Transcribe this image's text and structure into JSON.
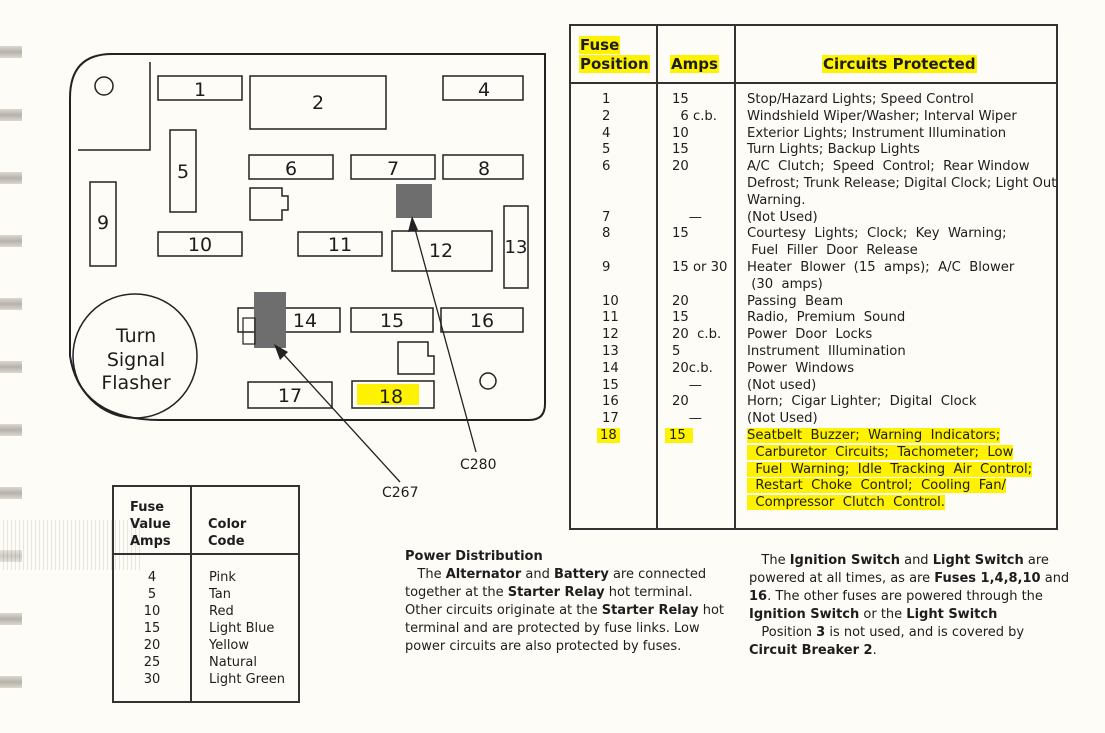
{
  "fuse_box": {
    "fuses": [
      {
        "id": "f1",
        "label": "1"
      },
      {
        "id": "f2",
        "label": "2"
      },
      {
        "id": "f4",
        "label": "4"
      },
      {
        "id": "f5",
        "label": "5"
      },
      {
        "id": "f6",
        "label": "6"
      },
      {
        "id": "f7",
        "label": "7"
      },
      {
        "id": "f8",
        "label": "8"
      },
      {
        "id": "f9",
        "label": "9"
      },
      {
        "id": "f10",
        "label": "10"
      },
      {
        "id": "f11",
        "label": "11"
      },
      {
        "id": "f12",
        "label": "12"
      },
      {
        "id": "f13",
        "label": "13"
      },
      {
        "id": "f14",
        "label": "14"
      },
      {
        "id": "f15",
        "label": "15"
      },
      {
        "id": "f16",
        "label": "16"
      },
      {
        "id": "f17",
        "label": "17"
      },
      {
        "id": "f18",
        "label": "18"
      }
    ],
    "flasher_label": [
      "Turn",
      "Signal",
      "Flasher"
    ],
    "connector_c280": "C280",
    "connector_c267": "C267",
    "highlight_color": "#fff200",
    "connector_color": "#6e6e6e"
  },
  "fuse_table": {
    "header_position": [
      "Fuse",
      "Position"
    ],
    "header_amps": "Amps",
    "header_circuits": "Circuits Protected",
    "rows": [
      {
        "pos": "1",
        "amps": "15",
        "circuits": [
          "Stop/Hazard Lights; Speed Control"
        ]
      },
      {
        "pos": "2",
        "amps": "  6 c.b.",
        "circuits": [
          "Windshield Wiper/Washer; Interval Wiper"
        ]
      },
      {
        "pos": "4",
        "amps": "10",
        "circuits": [
          "Exterior Lights; Instrument Illumination"
        ]
      },
      {
        "pos": "5",
        "amps": "15",
        "circuits": [
          "Turn Lights; Backup Lights"
        ]
      },
      {
        "pos": "6",
        "amps": "20",
        "circuits": [
          "A/C  Clutch;  Speed  Control;  Rear Window",
          "Defrost; Trunk Release; Digital Clock; Light Out",
          "Warning."
        ]
      },
      {
        "pos": "7",
        "amps": "    —",
        "circuits": [
          "(Not Used)"
        ]
      },
      {
        "pos": "8",
        "amps": "15",
        "circuits": [
          "Courtesy  Lights;  Clock;  Key  Warning;",
          " Fuel  Filler  Door  Release"
        ]
      },
      {
        "pos": "9",
        "amps": "15 or 30",
        "circuits": [
          "Heater  Blower  (15  amps);  A/C  Blower",
          " (30  amps)"
        ]
      },
      {
        "pos": "10",
        "amps": "20",
        "circuits": [
          "Passing  Beam"
        ]
      },
      {
        "pos": "11",
        "amps": "15",
        "circuits": [
          "Radio,  Premium  Sound"
        ]
      },
      {
        "pos": "12",
        "amps": "20  c.b.",
        "circuits": [
          "Power  Door  Locks"
        ]
      },
      {
        "pos": "13",
        "amps": "5",
        "circuits": [
          "Instrument  Illumination"
        ]
      },
      {
        "pos": "14",
        "amps": "20c.b.",
        "circuits": [
          "Power  Windows"
        ]
      },
      {
        "pos": "15",
        "amps": "    —",
        "circuits": [
          "(Not used)"
        ]
      },
      {
        "pos": "16",
        "amps": "20",
        "circuits": [
          "Horn;  Cigar Lighter;  Digital  Clock"
        ]
      },
      {
        "pos": "17",
        "amps": "    —",
        "circuits": [
          "(Not Used)"
        ]
      },
      {
        "pos": "18",
        "amps": "15",
        "circuits": [
          "Seatbelt  Buzzer;  Warning  Indicators;",
          "  Carburetor  Circuits;  Tachometer;  Low",
          "  Fuel  Warning;  Idle  Tracking  Air  Control;",
          "  Restart  Choke  Control;  Cooling  Fan/",
          "  Compressor  Clutch  Control."
        ],
        "highlighted": true
      }
    ]
  },
  "color_table": {
    "header_value": [
      "Fuse",
      "Value",
      "Amps"
    ],
    "header_color": [
      "Color",
      "Code"
    ],
    "rows": [
      {
        "amps": "4",
        "color": "Pink"
      },
      {
        "amps": "5",
        "color": "Tan"
      },
      {
        "amps": "10",
        "color": "Red"
      },
      {
        "amps": "15",
        "color": "Light Blue"
      },
      {
        "amps": "20",
        "color": "Yellow"
      },
      {
        "amps": "25",
        "color": "Natural"
      },
      {
        "amps": "30",
        "color": "Light Green"
      }
    ]
  },
  "power_distribution": {
    "title": "Power Distribution",
    "lines": [
      [
        "   The ",
        {
          "b": "Alternator"
        },
        " and ",
        {
          "b": "Battery"
        },
        " are connected"
      ],
      [
        "together at the ",
        {
          "b": "Starter Relay"
        },
        " hot terminal."
      ],
      [
        "Other circuits originate at the ",
        {
          "b": "Starter Relay"
        },
        " hot"
      ],
      [
        "terminal and are protected by fuse links. Low"
      ],
      [
        "power circuits are also protected by fuses."
      ]
    ]
  },
  "ignition_note": {
    "lines": [
      [
        "   The ",
        {
          "b": "Ignition Switch"
        },
        " and ",
        {
          "b": "Light Switch"
        },
        " are"
      ],
      [
        "powered at all times, as are ",
        {
          "b": "Fuses 1,4,8,10"
        },
        " and"
      ],
      [
        {
          "b": "16"
        },
        ". The other fuses are powered through the"
      ],
      [
        {
          "b": "Ignition Switch"
        },
        " or the ",
        {
          "b": "Light Switch"
        }
      ],
      [
        "   Position ",
        {
          "b": "3"
        },
        " is not used, and is covered by"
      ],
      [
        {
          "b": "Circuit Breaker 2"
        },
        "."
      ]
    ]
  }
}
